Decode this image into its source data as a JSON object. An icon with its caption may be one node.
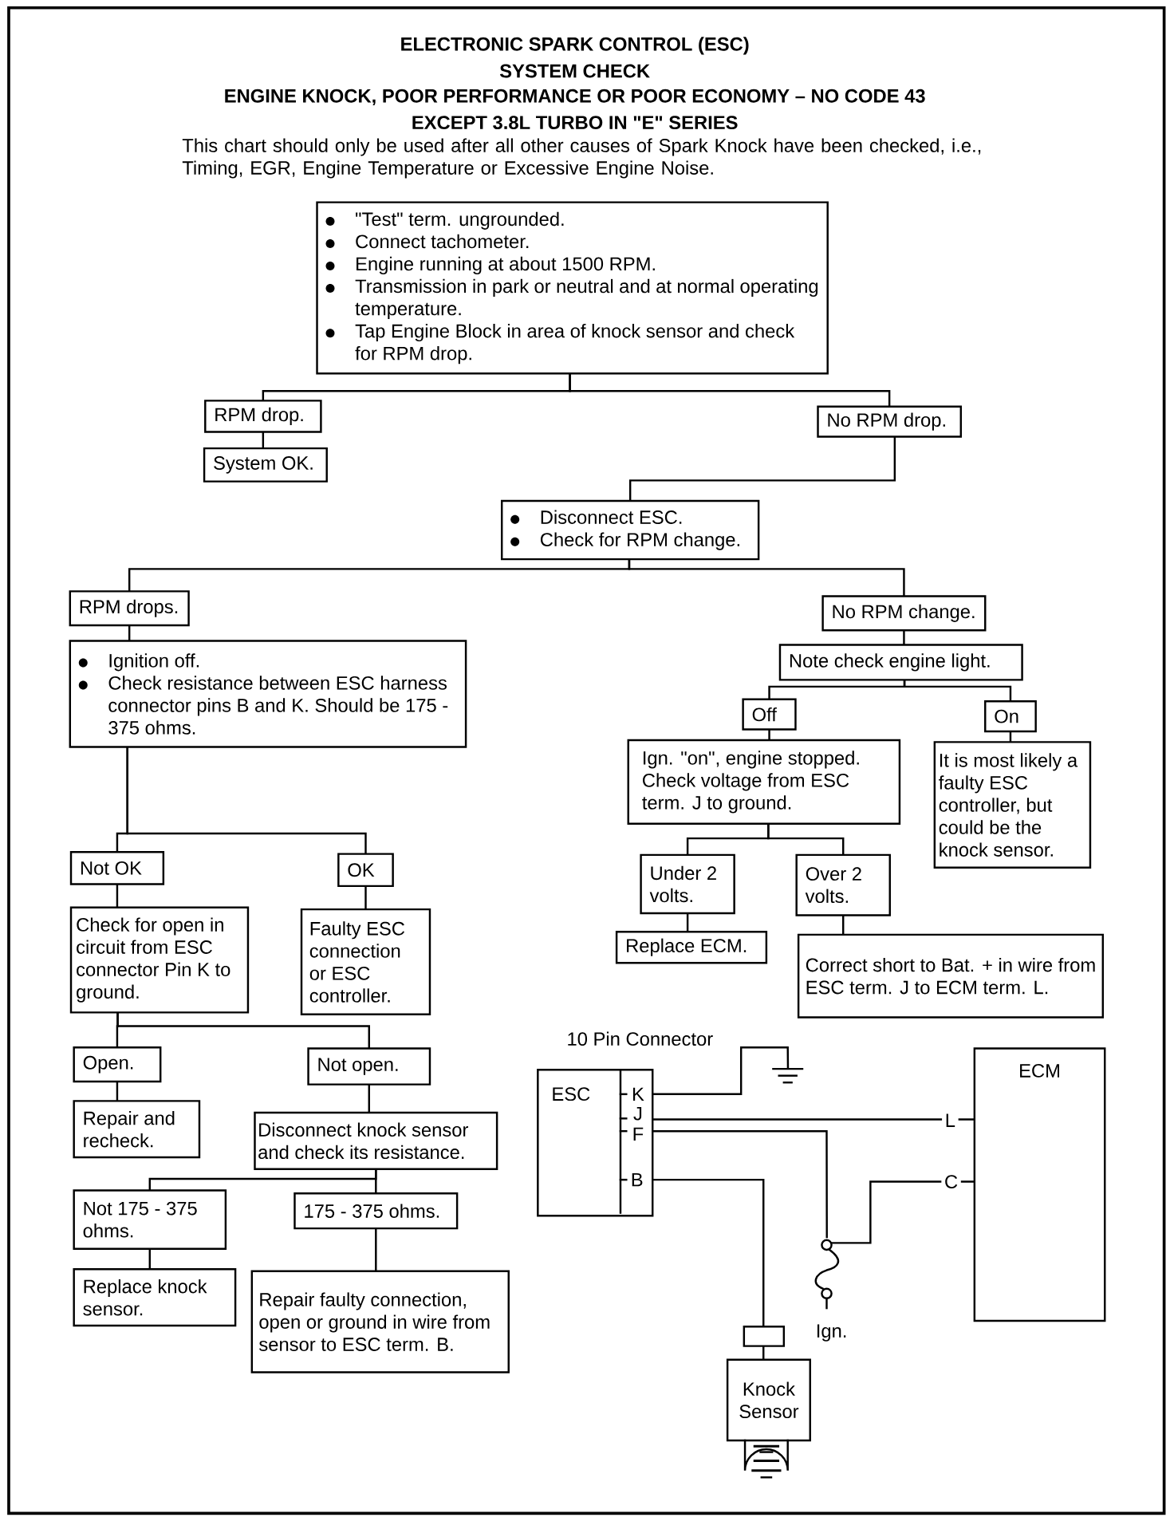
{
  "diagram": {
    "title": "ELECTRONIC SPARK CONTROL (ESC)",
    "nodes": [
      {
        "text": [
          "\"Test\" term. ungrounded.",
          "Connect tachometer.",
          "Engine running at about 1500 RPM.",
          "Transmission in park or neutral and at normal operating temperature.",
          "Tap Engine Block in area of knock sensor and check for RPM drop."
        ]
      },
      {
        "text": [
          "RPM drop."
        ]
      },
      {
        "text": [
          "No RPM drop."
        ]
      },
      {
        "text": [
          "System OK."
        ]
      },
      {
        "text": [
          "Disconnect ESC.",
          "Check for RPM change."
        ]
      },
      {
        "text": [
          "RPM drops."
        ]
      },
      {
        "text": [
          "No RPM change."
        ]
      },
      {
        "text": [
          "Ignition off.",
          "Check resistance between ESC harness connector pins B and K. Should be 175 - 375 ohms."
        ]
      },
      {
        "text": [
          "Note check engine light."
        ]
      },
      {
        "text": [
          "Off"
        ]
      },
      {
        "text": [
          "On"
        ]
      },
      {
        "text": [
          "Ign. \"on\", engine stopped. Check voltage from ESC term. J to ground."
        ]
      },
      {
        "text": [
          "It is most likely a faulty ESC controller, but could be the knock sensor."
        ]
      },
      {
        "text": [
          "Not OK"
        ]
      },
      {
        "text": [
          "OK"
        ]
      },
      {
        "text": [
          "Under 2 volts."
        ]
      },
      {
        "text": [
          "Over 2 volts."
        ]
      },
      {
        "text": [
          "Check for open in circuit from ESC connector Pin K to ground."
        ]
      },
      {
        "text": [
          "Faulty ESC connection or ESC controller."
        ]
      },
      {
        "text": [
          "Replace ECM."
        ]
      },
      {
        "text": [
          "Correct short to Bat. + in wire from ESC term. J to ECM term. L."
        ]
      },
      {
        "text": [
          "Open."
        ]
      },
      {
        "text": [
          "Not open."
        ]
      },
      {
        "text": [
          "Repair and recheck."
        ]
      },
      {
        "text": [
          "Disconnect knock sensor and check its resistance."
        ]
      },
      {
        "text": [
          "Not 175 - 375 ohms."
        ]
      },
      {
        "text": [
          "175 - 375 ohms."
        ]
      },
      {
        "text": [
          "Replace knock sensor."
        ]
      },
      {
        "text": [
          "Repair faulty connection, open or ground in wire from sensor to ESC term. B."
        ]
      },
      {
        "text": [
          "ESC"
        ]
      },
      {
        "text": [
          "ECM"
        ]
      },
      {
        "text": [
          "Knock Sensor"
        ]
      },
      {
        "text": [],
        "shape": "ground"
      },
      {
        "text": [],
        "shape": "fuse",
        "beside": [
          "Ign."
        ]
      }
    ],
    "edges": [
      {
        "from": 0,
        "to": 1,
        "arrow": "none"
      },
      {
        "from": 0,
        "to": 2,
        "arrow": "none"
      },
      {
        "from": 1,
        "to": 3,
        "arrow": "none"
      },
      {
        "from": 2,
        "to": 4,
        "arrow": "none"
      },
      {
        "from": 4,
        "to": 5,
        "arrow": "none"
      },
      {
        "from": 4,
        "to": 6,
        "arrow": "none"
      },
      {
        "from": 5,
        "to": 7,
        "arrow": "none"
      },
      {
        "from": 6,
        "to": 8,
        "arrow": "none"
      },
      {
        "from": 8,
        "to": 9,
        "arrow": "none"
      },
      {
        "from": 8,
        "to": 10,
        "arrow": "none"
      },
      {
        "from": 9,
        "to": 11,
        "arrow": "none"
      },
      {
        "from": 10,
        "to": 12,
        "arrow": "none"
      },
      {
        "from": 11,
        "to": 15,
        "arrow": "none"
      },
      {
        "from": 11,
        "to": 16,
        "arrow": "none"
      },
      {
        "from": 15,
        "to": 19,
        "arrow": "none"
      },
      {
        "from": 16,
        "to": 20,
        "arrow": "none"
      },
      {
        "from": 7,
        "to": 13,
        "arrow": "none"
      },
      {
        "from": 7,
        "to": 14,
        "arrow": "none"
      },
      {
        "from": 13,
        "to": 17,
        "arrow": "none"
      },
      {
        "from": 14,
        "to": 18,
        "arrow": "none"
      },
      {
        "from": 17,
        "to": 21,
        "arrow": "none"
      },
      {
        "from": 17,
        "to": 22,
        "arrow": "none"
      },
      {
        "from": 21,
        "to": 23,
        "arrow": "none"
      },
      {
        "from": 22,
        "to": 24,
        "arrow": "none"
      },
      {
        "from": 24,
        "to": 25,
        "arrow": "none"
      },
      {
        "from": 24,
        "to": 26,
        "arrow": "none"
      },
      {
        "from": 25,
        "to": 27,
        "arrow": "none"
      },
      {
        "from": 26,
        "to": 28,
        "arrow": "none"
      },
      {
        "from": 29,
        "to": 32,
        "arrow": "none"
      },
      {
        "from": 29,
        "to": 30,
        "arrow": "none"
      },
      {
        "from": 29,
        "to": 33,
        "arrow": "none"
      },
      {
        "from": 33,
        "to": 30,
        "arrow": "none"
      },
      {
        "from": 29,
        "to": 31,
        "arrow": "none"
      }
    ],
    "labels": [
      "SYSTEM CHECK",
      "ENGINE KNOCK, POOR PERFORMANCE OR POOR ECONOMY – NO CODE 43",
      "EXCEPT 3.8L TURBO IN \"E\" SERIES",
      "This chart should only be used after all other causes of Spark Knock have been checked, i.e., Timing, EGR, Engine Temperature or Excessive Engine Noise.",
      "10 Pin Connector",
      "K",
      "J",
      "F",
      "B",
      "L",
      "C"
    ]
  }
}
